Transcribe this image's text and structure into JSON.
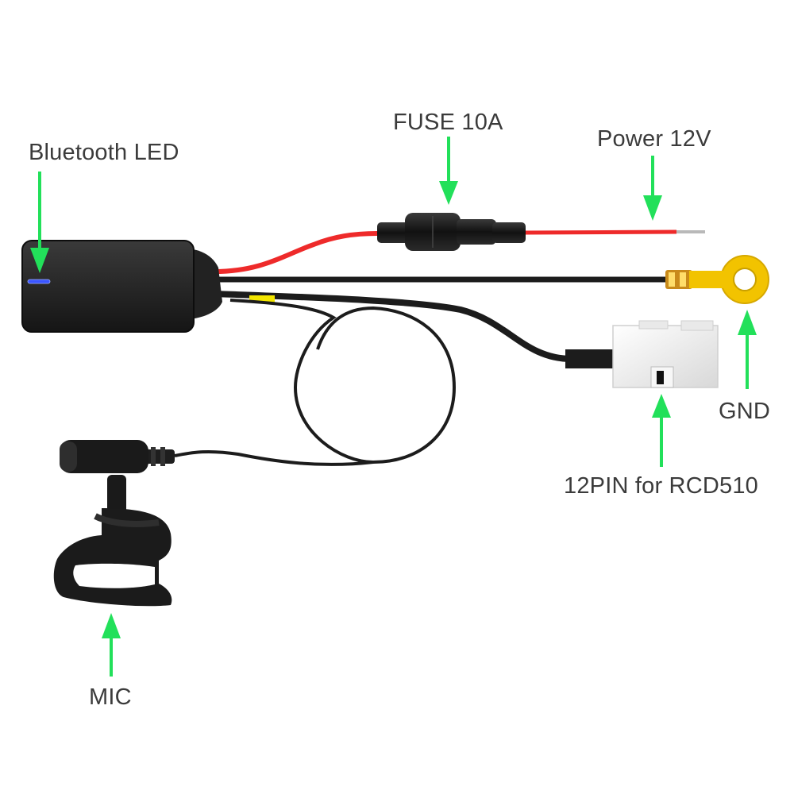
{
  "labels": {
    "bluetooth_led": "Bluetooth LED",
    "fuse": "FUSE 10A",
    "power": "Power 12V",
    "gnd": "GND",
    "connector": "12PIN for RCD510",
    "mic": "MIC"
  },
  "colors": {
    "arrow": "#22e05a",
    "power_wire": "#ee2a2a",
    "cable": "#1c1c1c",
    "led": "#3a55ff",
    "ring_terminal": "#f2c300",
    "yellow_band": "#f3e600",
    "connector_body": "#ededed"
  }
}
